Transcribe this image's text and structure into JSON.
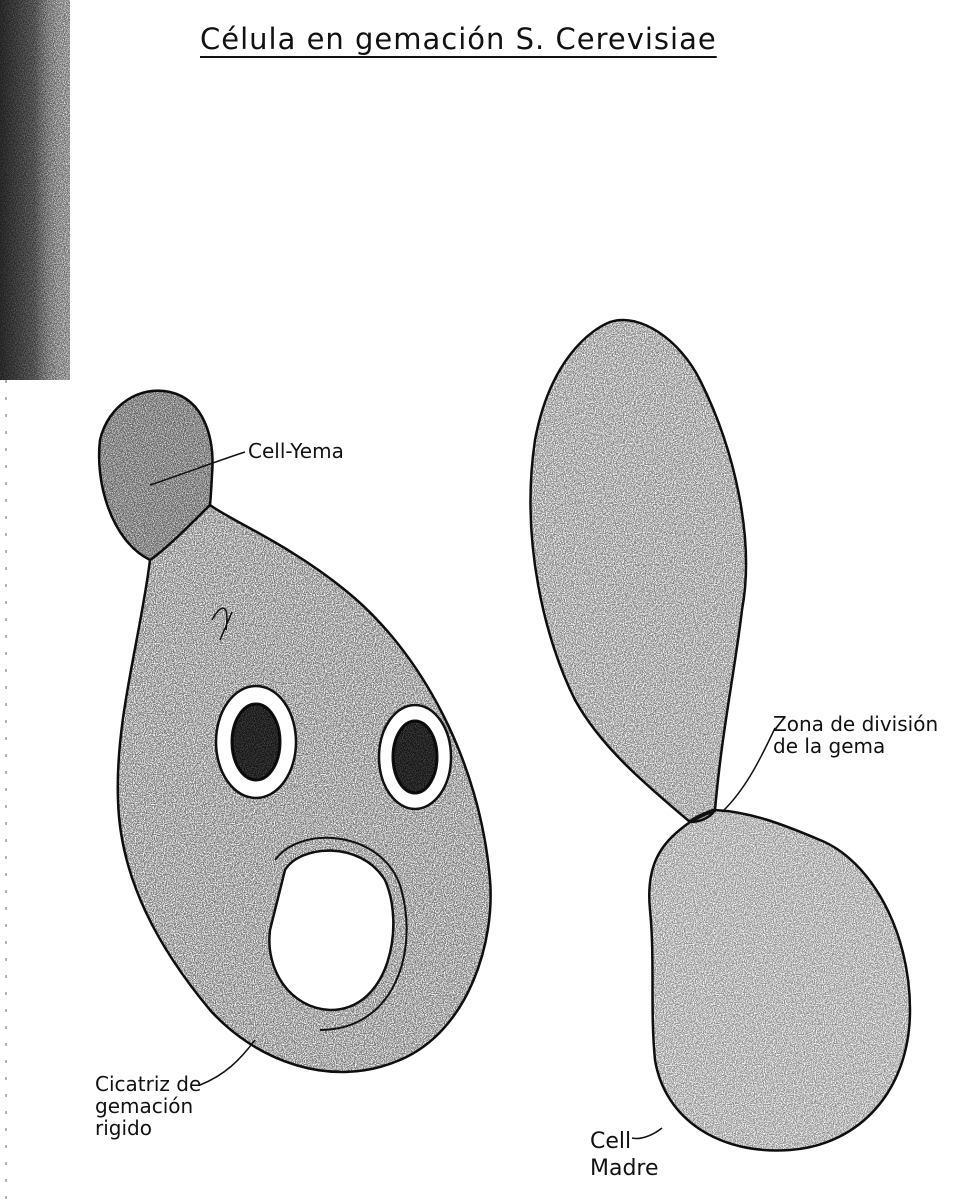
{
  "title": "Célula en gemación S. Cerevisiae",
  "labels": {
    "bud": "Cell-Yema",
    "division_zone": "Zona de división\n de la gema",
    "bud_scar": "Cicatriz de\ngemación\nrigido",
    "mother": "Cell\nMadre"
  },
  "colors": {
    "ink": "#111111",
    "paper": "#ffffff"
  }
}
